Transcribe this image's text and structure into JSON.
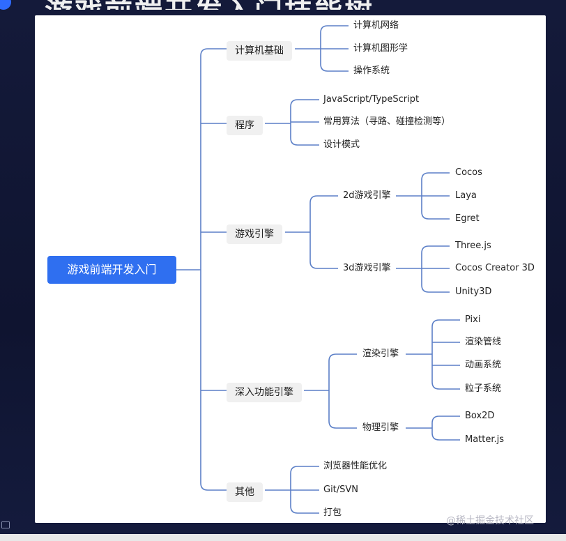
{
  "header": {
    "title": "游戏前端开发入门技能树"
  },
  "mindmap": {
    "root": "游戏前端开发入门",
    "branches": [
      {
        "label": "计算机基础",
        "children": [
          "计算机网络",
          "计算机图形学",
          "操作系统"
        ]
      },
      {
        "label": "程序",
        "children": [
          "JavaScript/TypeScript",
          "常用算法（寻路、碰撞检测等）",
          "设计模式"
        ]
      },
      {
        "label": "游戏引擎",
        "groups": [
          {
            "label": "2d游戏引擎",
            "children": [
              "Cocos",
              "Laya",
              "Egret"
            ]
          },
          {
            "label": "3d游戏引擎",
            "children": [
              "Three.js",
              "Cocos Creator 3D",
              "Unity3D"
            ]
          }
        ]
      },
      {
        "label": "深入功能引擎",
        "groups": [
          {
            "label": "渲染引擎",
            "children": [
              "Pixi",
              "渲染管线",
              "动画系统",
              "粒子系统"
            ]
          },
          {
            "label": "物理引擎",
            "children": [
              "Box2D",
              "Matter.js"
            ]
          }
        ]
      },
      {
        "label": "其他",
        "children": [
          "浏览器性能优化",
          "Git/SVN",
          "打包"
        ]
      }
    ]
  },
  "watermark": "@稀土掘金技术社区",
  "colors": {
    "line": "#5b7fc7",
    "root_bg": "#2f6ff0",
    "node_bg": "#f0f0f0"
  }
}
